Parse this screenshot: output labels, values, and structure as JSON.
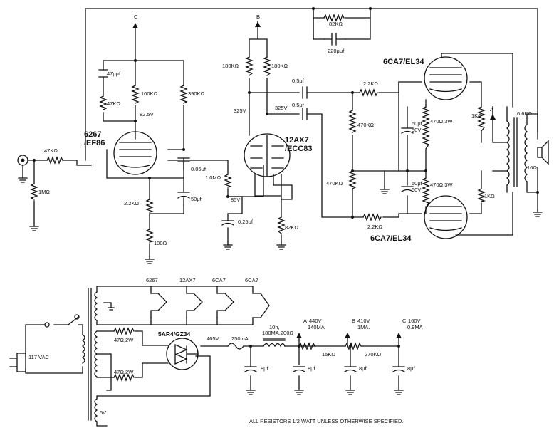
{
  "amp": {
    "r_fb": "82KΩ",
    "c_fb": "220μμf",
    "r_in": "47KΩ",
    "r_grid": "1MΩ",
    "c_47": "47μμf",
    "r_47k": "47KΩ",
    "r_100k": "100KΩ",
    "r_390k": "390KΩ",
    "v_825": "82.5V",
    "tube1_a": "6267",
    "tube1_b": "/EF86",
    "c_005": "0.05μf",
    "c_50": "50μf",
    "r_22k": "2.2KΩ",
    "r_100": "100Ω",
    "r_10m": "1.0MΩ",
    "v_85": "85V",
    "c_025": "0.25μf",
    "r_180a": "180KΩ",
    "r_180b": "180KΩ",
    "node_b": "B",
    "node_c": "C",
    "v_325a": "325V",
    "v_325b": "325V",
    "tube2_a": "12AX7",
    "tube2_b": "/ECC83",
    "r_82k": "82KΩ",
    "c_05a": "0.5μf",
    "c_05b": "0.5μf",
    "r_22ka": "2.2KΩ",
    "r_22kb": "2.2KΩ",
    "r_470a": "470KΩ",
    "r_470b": "470KΩ",
    "c_50a": "50μf",
    "v_50a": "50V",
    "c_50b": "50μf",
    "v_50b": "50V",
    "r_470w1": "470Ω,3W",
    "r_470w2": "470Ω,3W",
    "r_1ka": "1KΩ",
    "r_1kb": "1KΩ",
    "node_a": "A",
    "ot_pri": "6.6KΩ",
    "ot_sec": "16Ω",
    "out_top": "6CA7/EL34",
    "out_bot": "6CA7/EL34"
  },
  "psu": {
    "heater_labels": [
      "6267",
      "12AX7",
      "6CA7",
      "6CA7"
    ],
    "mains": "117 VAC",
    "r_47a": "47Ω,2W",
    "r_47b": "47Ω,2W",
    "rect": "5AR4/GZ34",
    "v_465": "465V",
    "fuse": "250mA",
    "choke_a": "10h,",
    "choke_b": "180MA,200Ω",
    "tap_a": "A",
    "tap_a_v": "440V",
    "tap_a_i": "140MA",
    "tap_b": "B",
    "tap_b_v": "410V",
    "tap_b_i": "1MA.",
    "tap_c": "C",
    "tap_c_v": "160V",
    "tap_c_i": "0.9MA",
    "r_15k": "15KΩ",
    "r_270k": "270KΩ",
    "caps": [
      "8μf",
      "8μf",
      "8μf",
      "8μf"
    ],
    "v5": "5V",
    "note": "ALL RESISTORS 1/2 WATT UNLESS OTHERWISE SPECIFIED."
  }
}
